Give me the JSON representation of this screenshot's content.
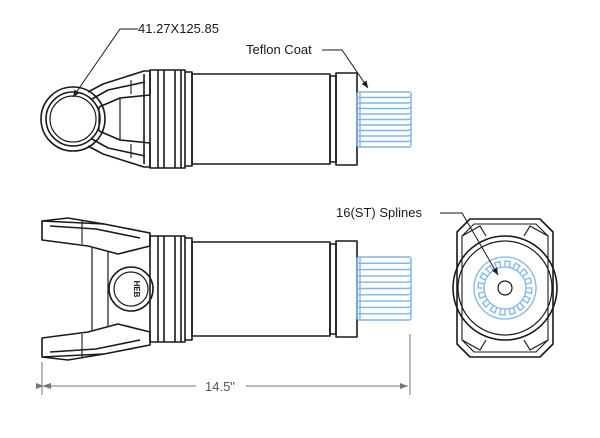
{
  "callouts": {
    "dimension_top": "41.27X125.85",
    "coating": "Teflon Coat",
    "splines": "16(ST) Splines",
    "overall_length": "14.5\""
  },
  "stamp": {
    "text": "HEB"
  },
  "colors": {
    "outline": "#1a1a1a",
    "splines": "#7fb6e6",
    "dimension": "#777777"
  }
}
